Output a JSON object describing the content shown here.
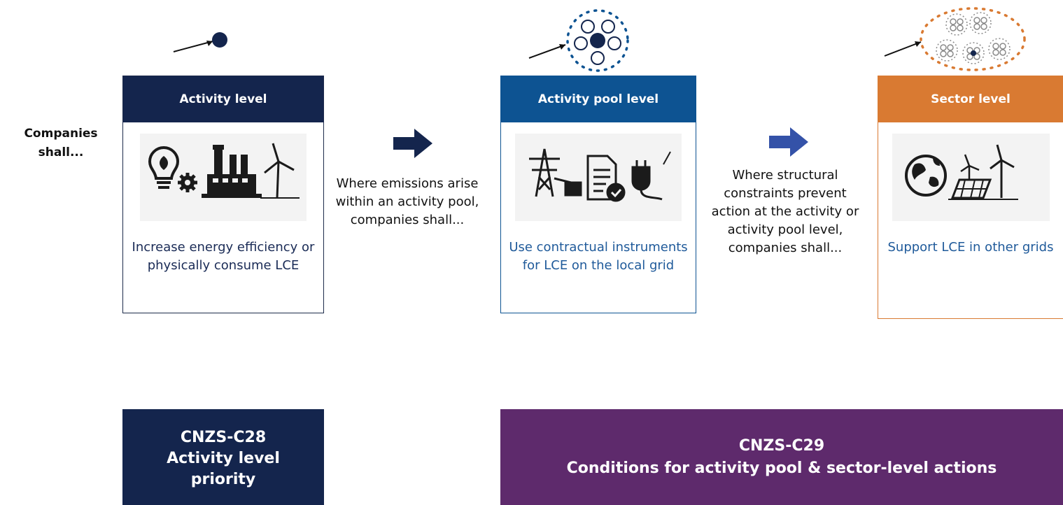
{
  "side_label": "Companies shall...",
  "cards": [
    {
      "title": "Activity level",
      "text": "Increase energy efficiency or physically consume LCE"
    },
    {
      "title": "Activity pool level",
      "text": "Use contractual instruments for LCE on the local grid"
    },
    {
      "title": "Sector level",
      "text": "Support LCE in other grids"
    }
  ],
  "connectors": [
    "Where emissions arise within an activity pool, companies shall...",
    "Where structural constraints prevent action at the activity or activity pool level, companies shall..."
  ],
  "requirements": [
    {
      "code": "CNZS-C28",
      "title": "Activity level priority"
    },
    {
      "code": "CNZS-C29",
      "title": "Conditions for activity pool & sector-level actions"
    }
  ],
  "colors": {
    "navy": "#14254d",
    "blue": "#0d5392",
    "orange": "#d97a32",
    "purple": "#5e2a6c",
    "arrow_navy": "#14254d",
    "arrow_blue": "#3452a8"
  },
  "icons": [
    "bulb-gear-factory-turbine-icon",
    "pylon-document-plug-icon",
    "globe-solar-turbine-icon"
  ]
}
